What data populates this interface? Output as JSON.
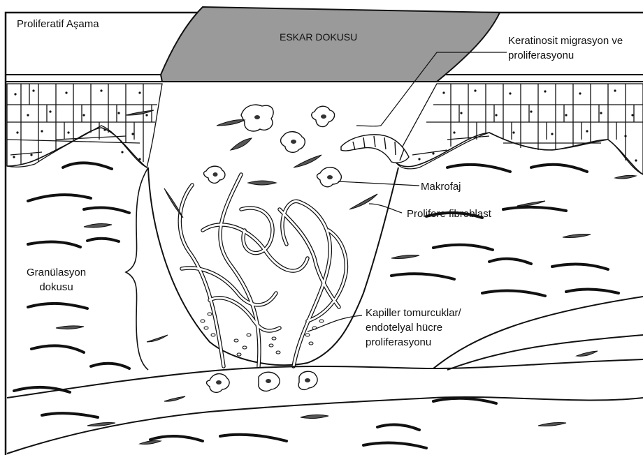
{
  "title": "Proliferatif Aşama",
  "labels": {
    "eschar": "ESKAR DOKUSU",
    "keratinocyte_line1": "Keratinosit migrasyon ve",
    "keratinocyte_line2": "proliferasyonu",
    "macrophage": "Makrofaj",
    "fibroblast": "Prolifere fibroblast",
    "granulation_line1": "Granülasyon",
    "granulation_line2": "dokusu",
    "capillary_line1": "Kapiller tomurcuklar/",
    "capillary_line2": "endotelyal hücre",
    "capillary_line3": "proliferasyonu"
  },
  "colors": {
    "eschar_fill": "#9a9a9a",
    "cell_fill": "#555555",
    "line": "#111111",
    "background": "#ffffff"
  }
}
